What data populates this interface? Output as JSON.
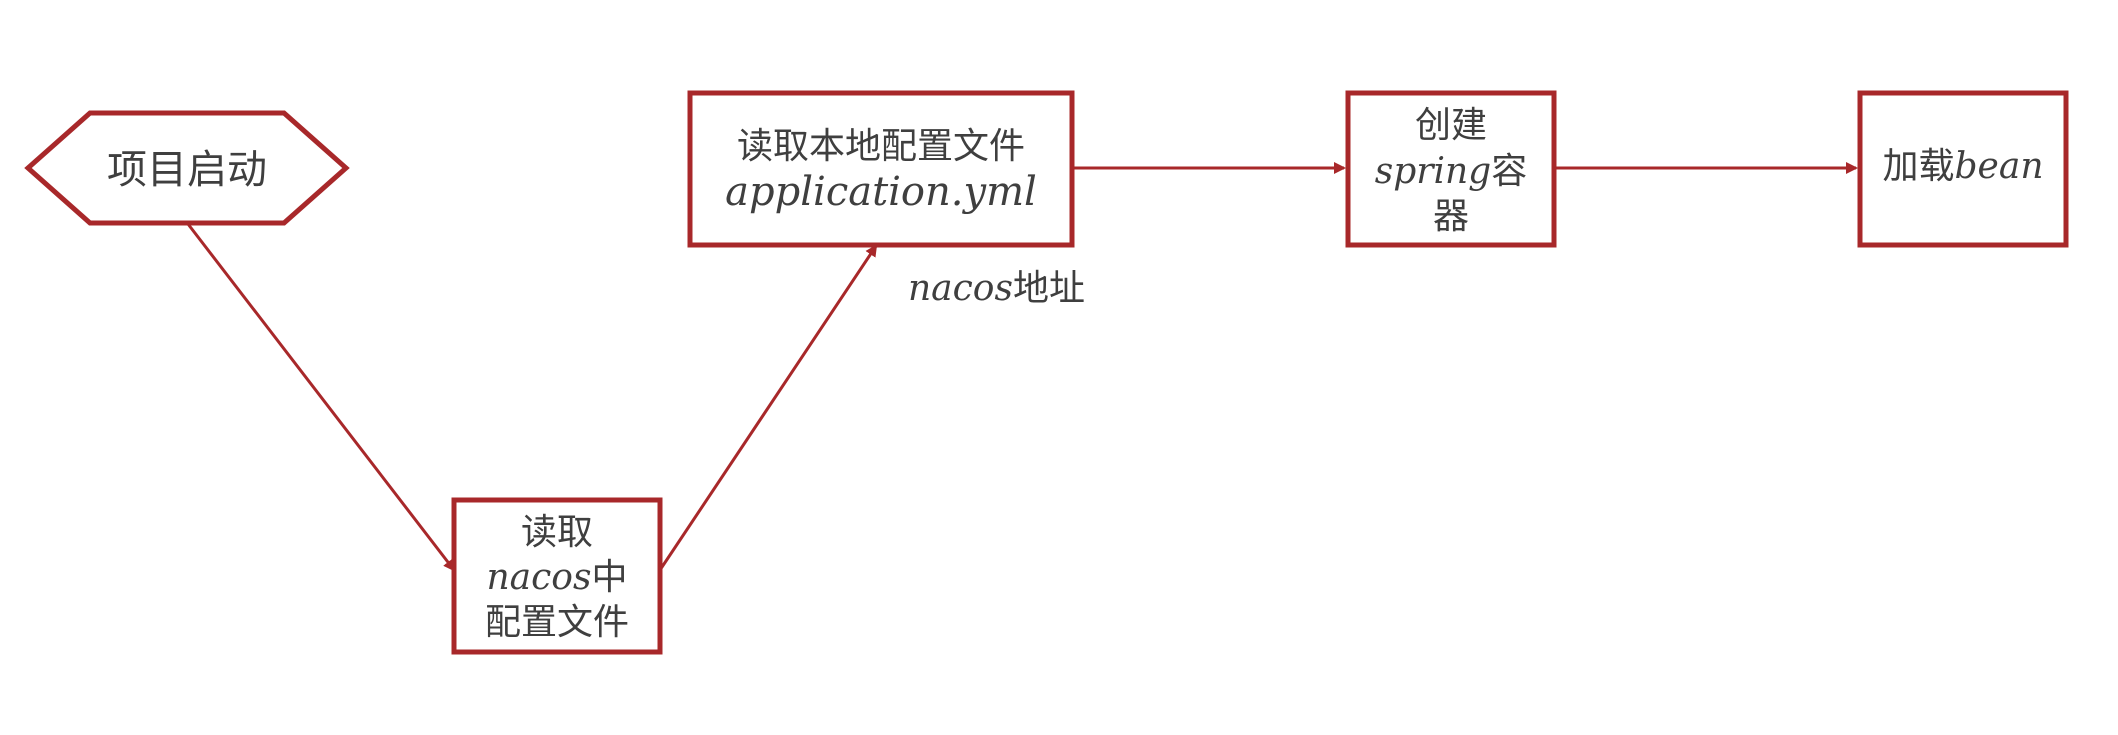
{
  "nodes": {
    "start": {
      "label": "项目启动"
    },
    "read_nacos": {
      "line1": "读取",
      "line2_latin": "nacos",
      "line2_cn": "中",
      "line3": "配置文件"
    },
    "read_local": {
      "line1": "读取本地配置文件",
      "line2": "application.yml"
    },
    "spring": {
      "line1": "创建",
      "line2_latin": "spring",
      "line2_cn": "容",
      "line3": "器"
    },
    "bean": {
      "cn": "加载",
      "latin": "bean"
    }
  },
  "edge_labels": {
    "nacos_address_latin": "nacos",
    "nacos_address_cn": "地址"
  },
  "colors": {
    "stroke": "#a8282a",
    "text": "#3f3f3f",
    "background": "#ffffff"
  }
}
